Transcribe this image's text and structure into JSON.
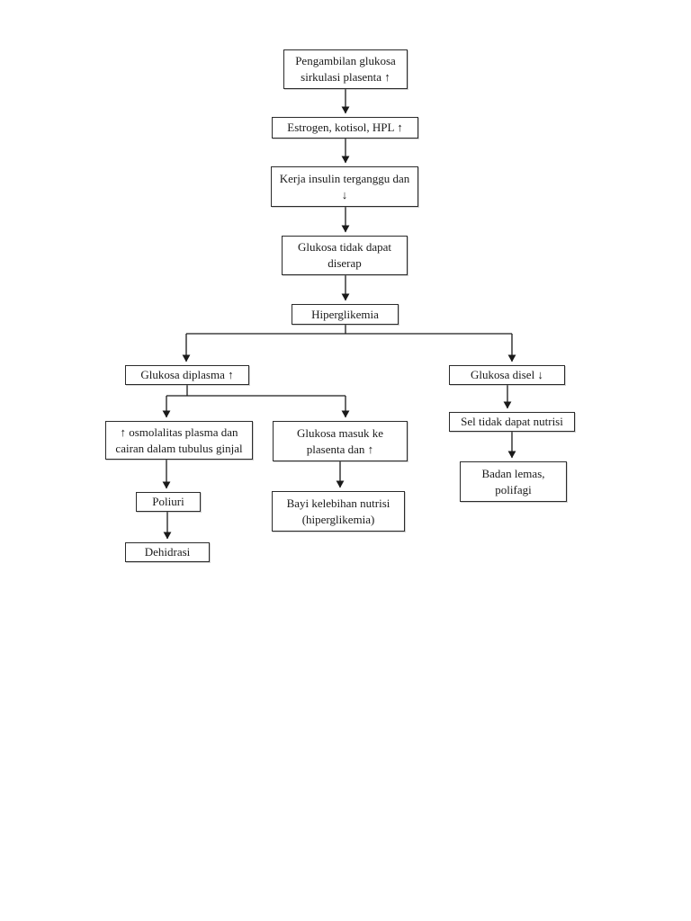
{
  "page": {
    "background": "#ffffff"
  },
  "diagram": {
    "type": "flowchart",
    "language": "Indonesian",
    "colors": {
      "box_border": "#2b2b2b",
      "text": "#1a1a1a",
      "arrow": "#1a1a1a",
      "background": "#ffffff"
    },
    "nodes": {
      "n1": "Pengambilan glukosa\nsirkulasi plasenta ↑",
      "n2": "Estrogen, kotisol, HPL ↑",
      "n3": "Kerja insulin terganggu dan\n↓",
      "n4": "Glukosa tidak dapat\ndiserap",
      "n5": "Hiperglikemia",
      "n6": "Glukosa diplasma ↑",
      "n7": "Glukosa disel ↓",
      "n8": "↑ osmolalitas plasma dan\ncairan dalam tubulus ginjal",
      "n9": "Glukosa masuk ke\nplasenta dan ↑",
      "n10": "Sel tidak dapat nutrisi",
      "n11": "Poliuri",
      "n12": "Bayi kelebihan nutrisi\n(hiperglikemia)",
      "n13": "Badan lemas,\npolifagi",
      "n14": "Dehidrasi"
    },
    "edges": [
      {
        "from": "n1",
        "to": "n2"
      },
      {
        "from": "n2",
        "to": "n3"
      },
      {
        "from": "n3",
        "to": "n4"
      },
      {
        "from": "n4",
        "to": "n5"
      },
      {
        "from": "n5",
        "to": "n6"
      },
      {
        "from": "n5",
        "to": "n7"
      },
      {
        "from": "n6",
        "to": "n8"
      },
      {
        "from": "n6",
        "to": "n9"
      },
      {
        "from": "n7",
        "to": "n10"
      },
      {
        "from": "n8",
        "to": "n11"
      },
      {
        "from": "n9",
        "to": "n12"
      },
      {
        "from": "n10",
        "to": "n13"
      },
      {
        "from": "n11",
        "to": "n14"
      }
    ]
  }
}
